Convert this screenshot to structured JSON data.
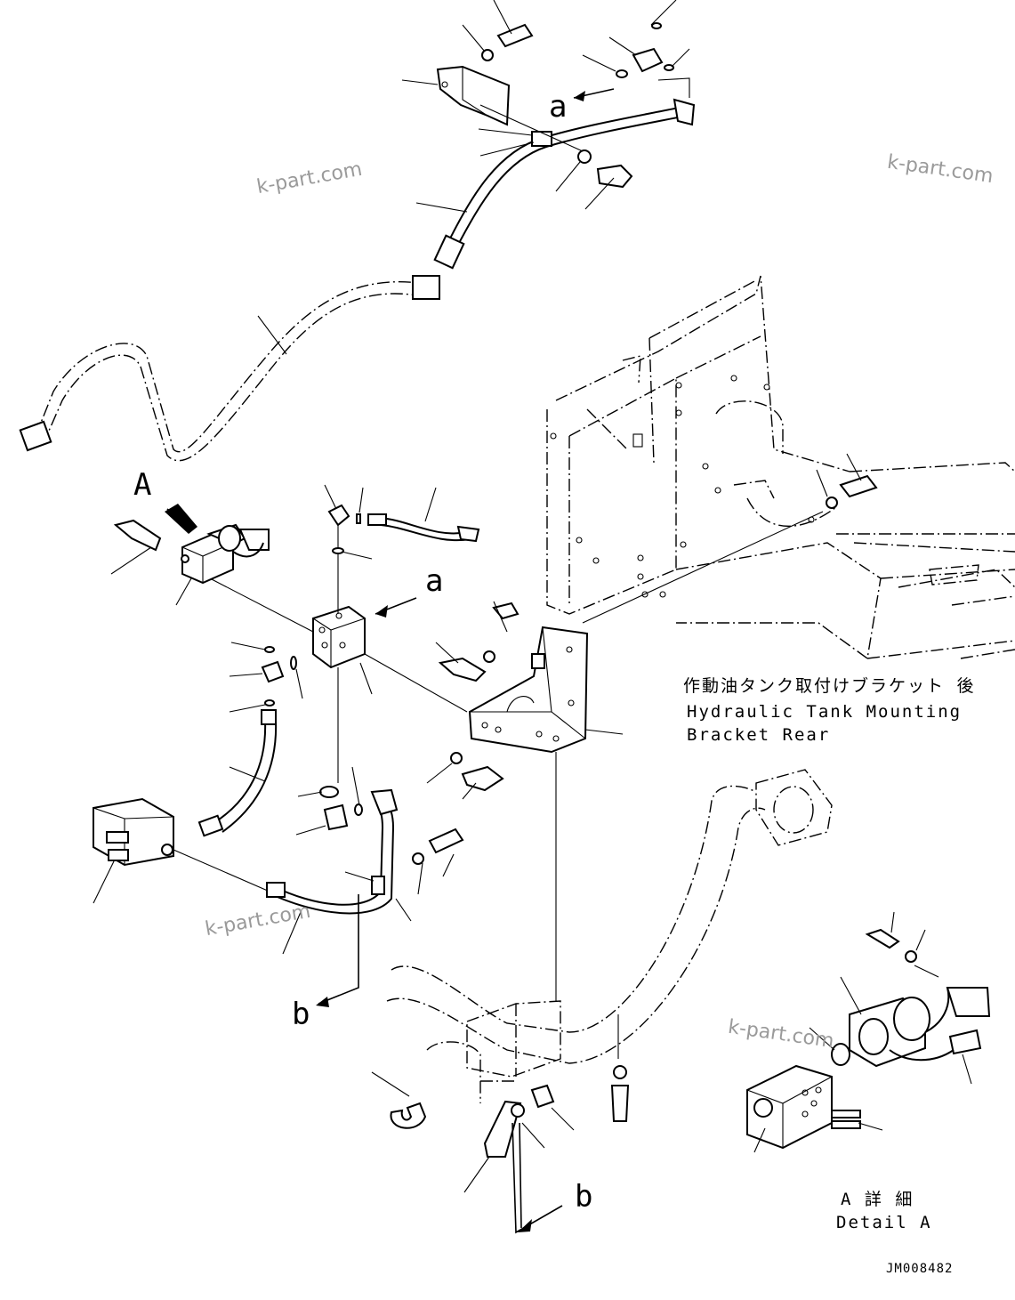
{
  "labels": {
    "ref_A": "A",
    "ref_a_top": "a",
    "ref_a_mid": "a",
    "ref_b_left": "b",
    "ref_b_bottom": "b"
  },
  "caption": {
    "jp": "作動油タンク取付けブラケット 後",
    "line1": "Hydraulic Tank Mounting",
    "line2": "Bracket Rear"
  },
  "detail": {
    "jp": "A 詳 細",
    "en": "Detail A"
  },
  "watermark": "k-part.com",
  "drawing_code": "JM008482"
}
